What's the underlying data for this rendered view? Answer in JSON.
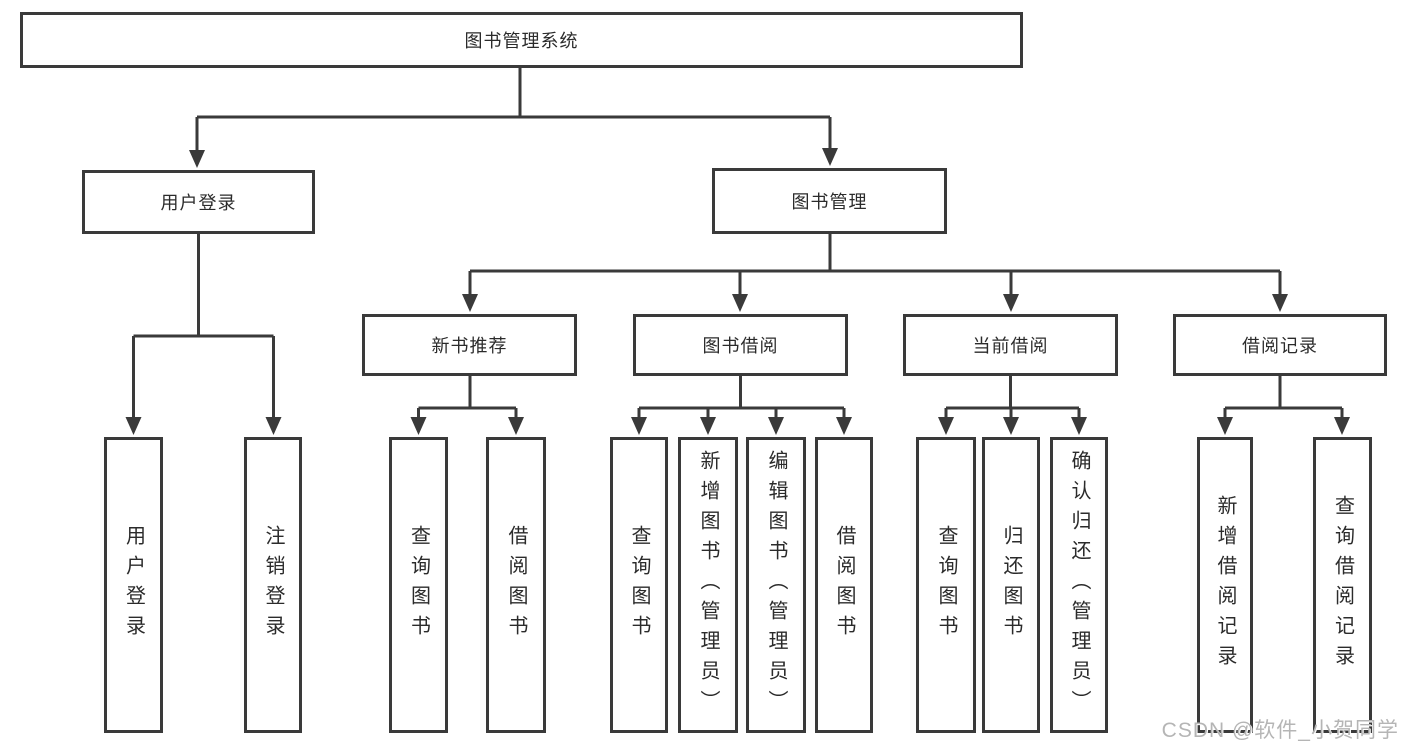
{
  "diagram": {
    "label": "图书管理系统",
    "children": [
      {
        "label": "用户登录",
        "children": [
          {
            "label": "用户登录"
          },
          {
            "label": "注销登录"
          }
        ]
      },
      {
        "label": "图书管理",
        "children": [
          {
            "label": "新书推荐",
            "children": [
              {
                "label": "查询图书"
              },
              {
                "label": "借阅图书"
              }
            ]
          },
          {
            "label": "图书借阅",
            "children": [
              {
                "label": "查询图书"
              },
              {
                "label": "新增图书（管理员）"
              },
              {
                "label": "编辑图书（管理员）"
              },
              {
                "label": "借阅图书"
              }
            ]
          },
          {
            "label": "当前借阅",
            "children": [
              {
                "label": "查询图书"
              },
              {
                "label": "归还图书"
              },
              {
                "label": "确认归还（管理员）"
              }
            ]
          },
          {
            "label": "借阅记录",
            "children": [
              {
                "label": "新增借阅记录"
              },
              {
                "label": "查询借阅记录"
              }
            ]
          }
        ]
      }
    ]
  },
  "watermark": "CSDN @软件_小贺同学",
  "colors": {
    "line": "#3a3a3a",
    "watermark": "#b5b5b5"
  }
}
